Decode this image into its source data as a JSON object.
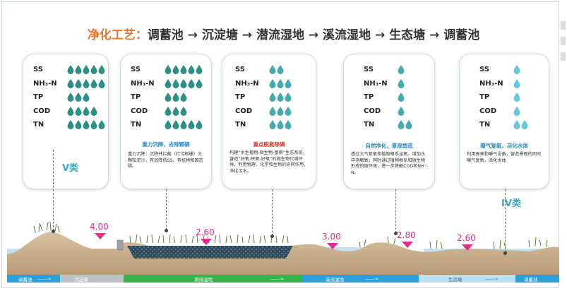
{
  "title": {
    "label": "净化工艺：",
    "flow": "调蓄池 → 沉淀塘 → 潜流湿地 → 溪流湿地 → 生态塘 → 调蓄池"
  },
  "drop_colors": {
    "high": "#2e8f86",
    "mid": "#45aab0",
    "low": "#64c7dc"
  },
  "cards": [
    {
      "params": [
        {
          "name": "SS",
          "count": 5
        },
        {
          "name": "NH₃-N",
          "count": 5
        },
        {
          "name": "TP",
          "count": 3
        },
        {
          "name": "COD",
          "count": 4
        },
        {
          "name": "TN",
          "count": 5
        }
      ],
      "subtitle": "",
      "description": ""
    },
    {
      "params": [
        {
          "name": "SS",
          "count": 5
        },
        {
          "name": "NH₃-N",
          "count": 5
        },
        {
          "name": "TP",
          "count": 3
        },
        {
          "name": "COD",
          "count": 3
        },
        {
          "name": "TN",
          "count": 5
        }
      ],
      "subtitle": "重力沉降，去除颗磷",
      "description": "重力沉降：沉降并拦截（打污格栅）大颗粒泥沙，有效降低SS、有机物和固态磷。"
    },
    {
      "params": [
        {
          "name": "SS",
          "count": 2
        },
        {
          "name": "NH₃-N",
          "count": 3
        },
        {
          "name": "TP",
          "count": 3
        },
        {
          "name": "COD",
          "count": 3
        },
        {
          "name": "TN",
          "count": 3
        }
      ],
      "subtitle": "重点脱氮除磷",
      "description": "构建“水生植物-微生物-基质”生态系统，营造“好氧-厌氧-好氧”的微生物代谢环境，利用物理、化学和生物的协同作用，净化污水。"
    },
    {
      "params": [
        {
          "name": "SS",
          "count": 1
        },
        {
          "name": "NH₃-N",
          "count": 1
        },
        {
          "name": "TP",
          "count": 1
        },
        {
          "name": "COD",
          "count": 1
        },
        {
          "name": "TN",
          "count": 2
        }
      ],
      "subtitle": "自然净化，景观塑造",
      "description": "透过大气复氧和植物根系泌氧，增加水中溶解氧；同时通过植物根系和微生物形成的微环境，进一步降解COD和NH⁺-N。"
    },
    {
      "params": [
        {
          "name": "SS",
          "count": 1
        },
        {
          "name": "NH₃-N",
          "count": 1
        },
        {
          "name": "TP",
          "count": 1
        },
        {
          "name": "COD",
          "count": 1
        },
        {
          "name": "TN",
          "count": 2
        }
      ],
      "subtitle": "曝气复氧，活化水体",
      "description": "利用高差和曝气设备，营造景观的同时曝气复氧，活化水体"
    }
  ],
  "grades": {
    "start": "V类",
    "end": "IV类"
  },
  "water_levels": [
    "4.00",
    "2.60",
    "3.00",
    "2.80",
    "2.60"
  ],
  "stages": [
    {
      "label": "调蓄池",
      "color": "#2a9fd8"
    },
    {
      "label": "沉淀塘",
      "color": "#bcc3c7"
    },
    {
      "label": "潜流湿地",
      "color": "#34b34a"
    },
    {
      "label": "溪流湿地",
      "color": "#2a9fd8"
    },
    {
      "label": "生态塘",
      "color": "#b9dff2"
    },
    {
      "label": "调蓄池",
      "color": "#2a9fd8"
    }
  ]
}
